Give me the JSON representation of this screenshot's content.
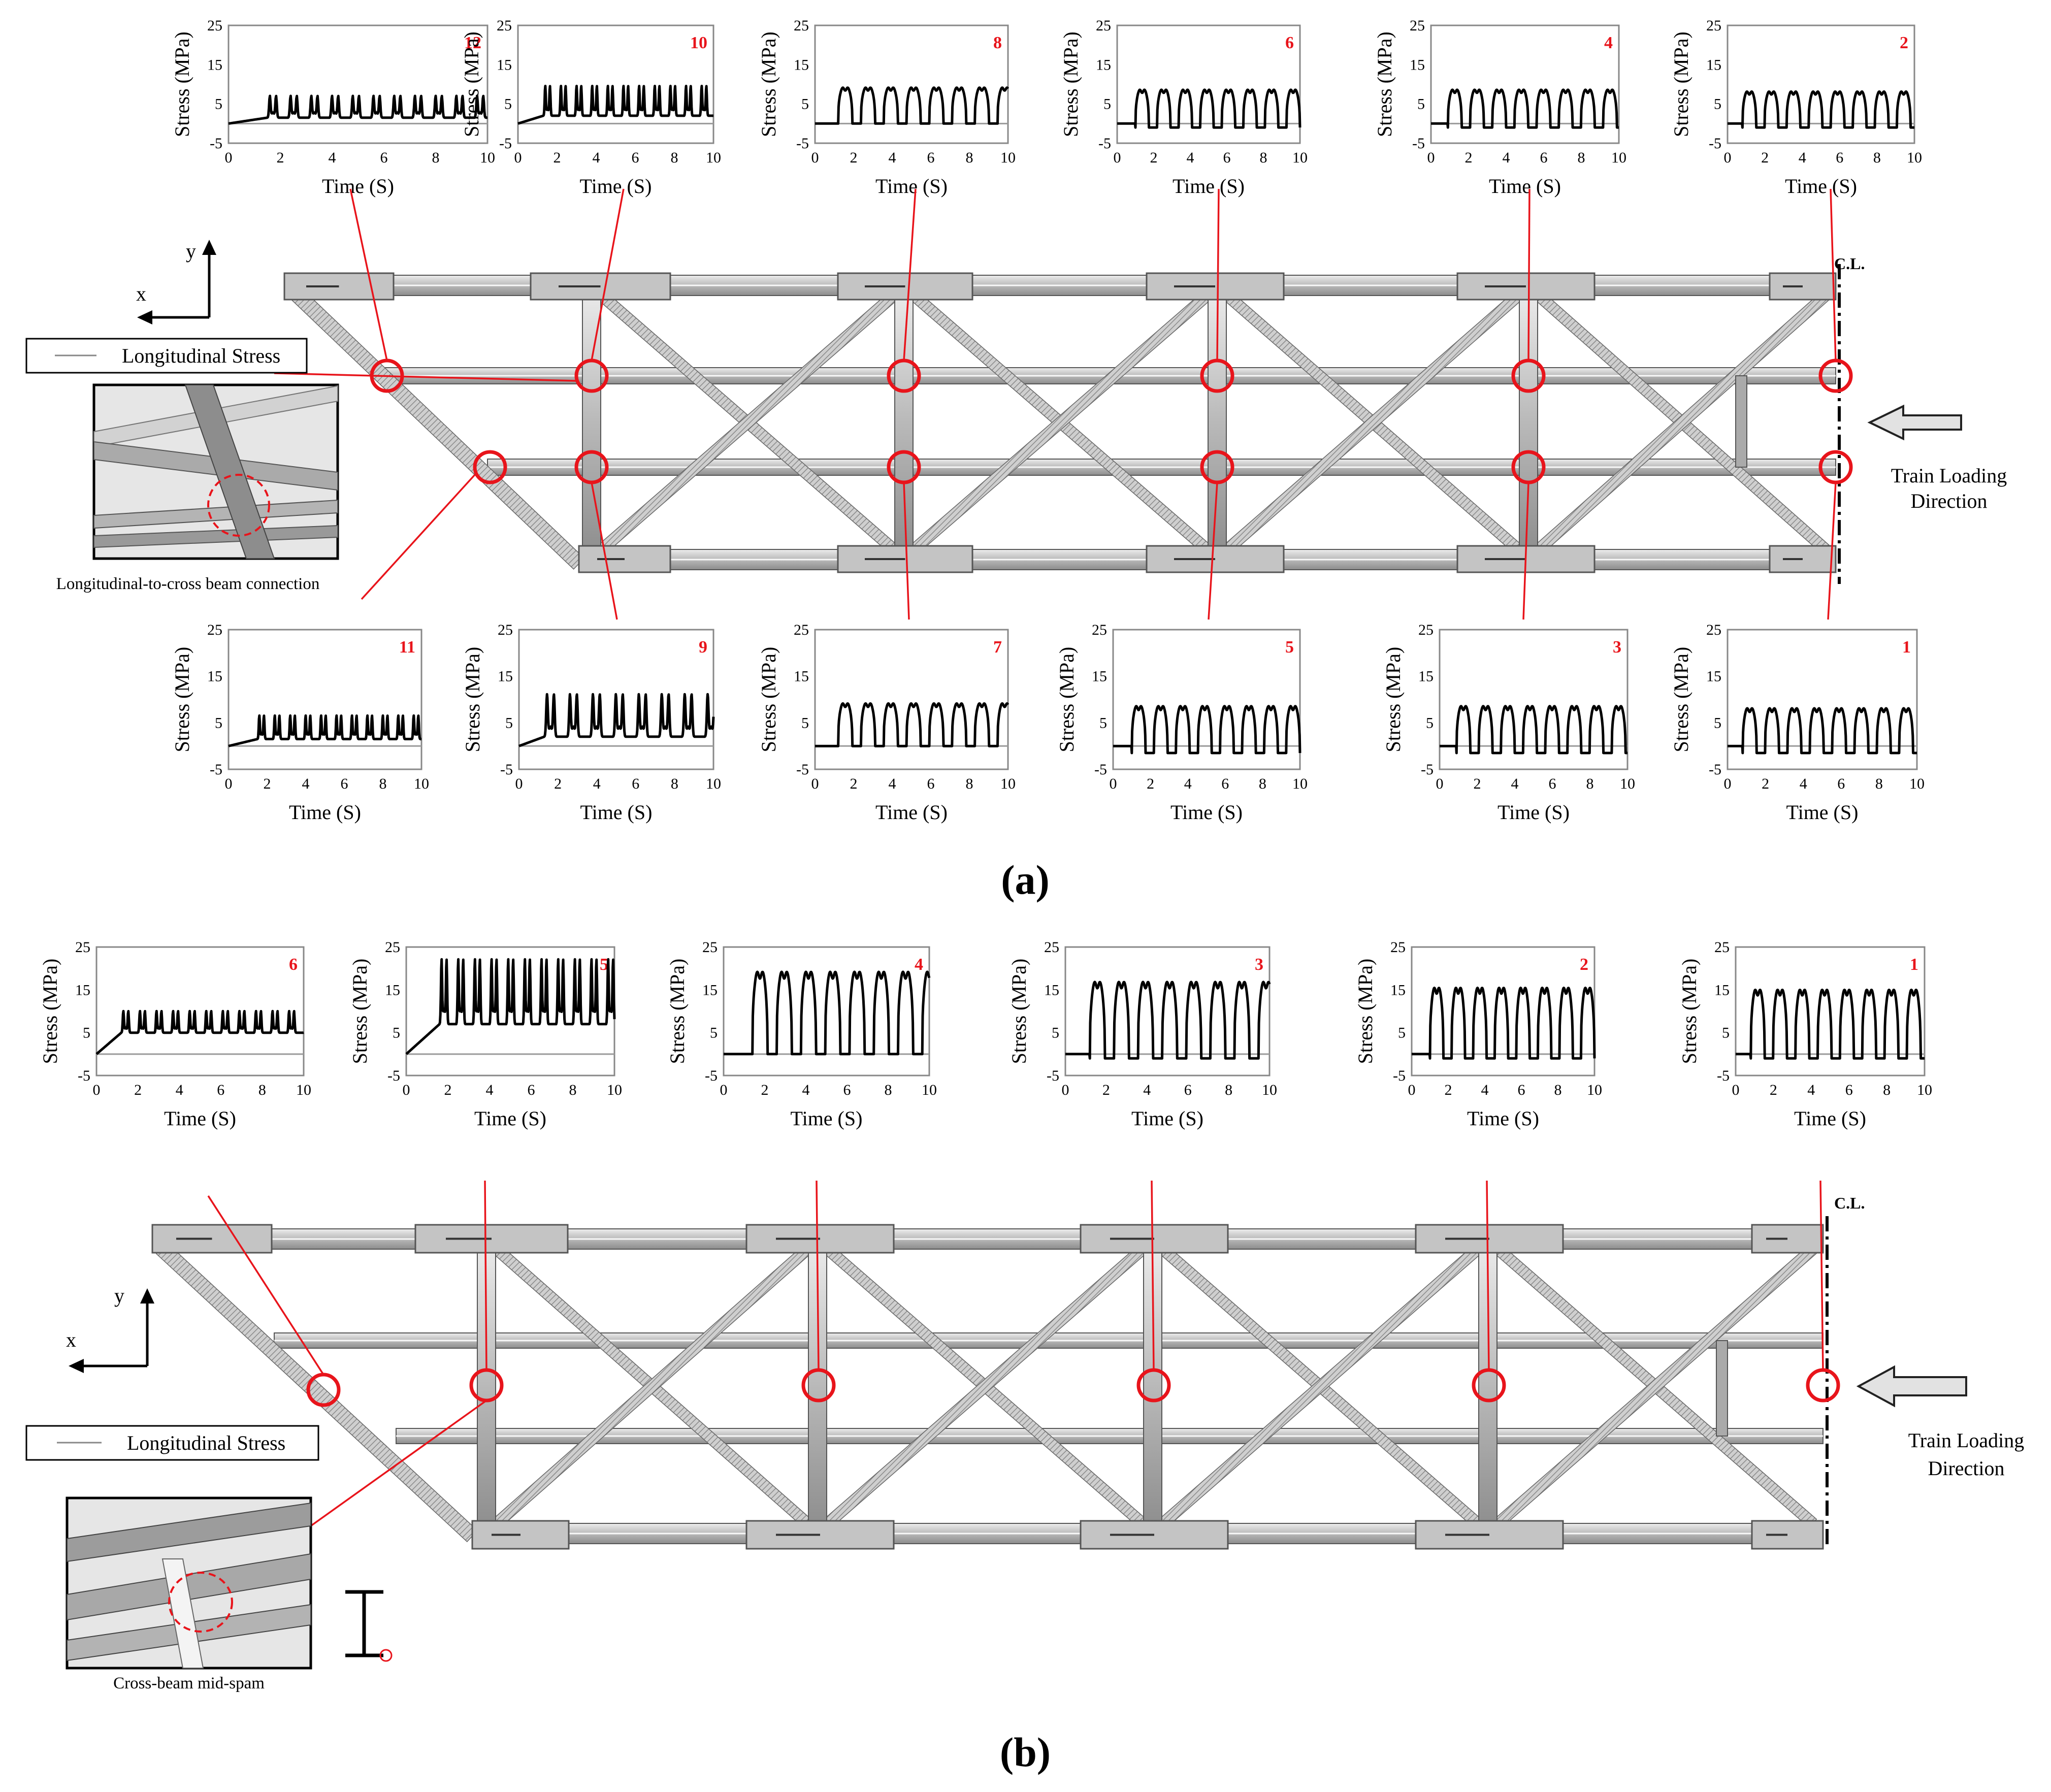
{
  "figure": {
    "panel_a_label": "(a)",
    "panel_b_label": "(b)"
  },
  "panel_a": {
    "axes_label_x": "x",
    "axes_label_y": "y",
    "legend_label": "Longitudinal Stress",
    "centerline_label": "C.L.",
    "train_label_line1": "Train Loading",
    "train_label_line2": "Direction",
    "inset_caption": "Longitudinal-to-cross beam connection"
  },
  "panel_b": {
    "axes_label_x": "x",
    "axes_label_y": "y",
    "legend_label": "Longitudinal Stress",
    "centerline_label": "C.L.",
    "train_label_line1": "Train Loading",
    "train_label_line2": "Direction",
    "inset_caption": "Cross-beam mid-spam"
  },
  "colors": {
    "line": "#000000",
    "marker": "#e8141b",
    "zero_line": "#9a9a9a",
    "steel_fill": "#c4c4c4",
    "steel_edge": "#555555"
  },
  "chart_data": [
    {
      "type": "line",
      "id": "12",
      "xlabel": "Time (S)",
      "ylabel": "Stress (MPa)",
      "xlim": [
        0,
        10
      ],
      "ylim": [
        -5,
        25
      ],
      "x_ticks": [
        0,
        2,
        4,
        6,
        8,
        10
      ],
      "y_ticks": [
        -5,
        5,
        15,
        25
      ],
      "pattern": "raised",
      "base": 1.5,
      "peak": 7,
      "onset": 1.5,
      "period": 0.8,
      "end": 10
    },
    {
      "type": "line",
      "id": "10",
      "xlabel": "Time (S)",
      "ylabel": "Stress (MPa)",
      "xlim": [
        0,
        10
      ],
      "ylim": [
        -5,
        25
      ],
      "x_ticks": [
        0,
        2,
        4,
        6,
        8,
        10
      ],
      "y_ticks": [
        -5,
        5,
        15,
        25
      ],
      "pattern": "raised",
      "base": 2,
      "peak": 9.5,
      "onset": 1.3,
      "period": 0.8,
      "end": 10
    },
    {
      "type": "line",
      "id": "8",
      "xlabel": "Time (S)",
      "ylabel": "Stress (MPa)",
      "xlim": [
        0,
        10
      ],
      "ylim": [
        -5,
        25
      ],
      "x_ticks": [
        0,
        2,
        4,
        6,
        8,
        10
      ],
      "y_ticks": [
        -5,
        5,
        15,
        25
      ],
      "pattern": "pulse",
      "base": 0,
      "peak": 10,
      "onset": 1.2,
      "period": 1.18,
      "end": 10
    },
    {
      "type": "line",
      "id": "6",
      "xlabel": "Time (S)",
      "ylabel": "Stress (MPa)",
      "xlim": [
        0,
        10
      ],
      "ylim": [
        -5,
        25
      ],
      "x_ticks": [
        0,
        2,
        4,
        6,
        8,
        10
      ],
      "y_ticks": [
        -5,
        5,
        15,
        25
      ],
      "pattern": "pulse",
      "base": -1,
      "peak": 9.5,
      "onset": 1.0,
      "period": 1.18,
      "end": 10
    },
    {
      "type": "line",
      "id": "4",
      "xlabel": "Time (S)",
      "ylabel": "Stress (MPa)",
      "xlim": [
        0,
        10
      ],
      "ylim": [
        -5,
        25
      ],
      "x_ticks": [
        0,
        2,
        4,
        6,
        8,
        10
      ],
      "y_ticks": [
        -5,
        5,
        15,
        25
      ],
      "pattern": "pulse",
      "base": -1,
      "peak": 9.5,
      "onset": 0.9,
      "period": 1.18,
      "end": 10
    },
    {
      "type": "line",
      "id": "2",
      "xlabel": "Time (S)",
      "ylabel": "Stress (MPa)",
      "xlim": [
        0,
        10
      ],
      "ylim": [
        -5,
        25
      ],
      "x_ticks": [
        0,
        2,
        4,
        6,
        8,
        10
      ],
      "y_ticks": [
        -5,
        5,
        15,
        25
      ],
      "pattern": "pulse",
      "base": -1,
      "peak": 9,
      "onset": 0.8,
      "period": 1.18,
      "end": 10
    },
    {
      "type": "line",
      "id": "11",
      "xlabel": "Time (S)",
      "ylabel": "Stress (MPa)",
      "xlim": [
        0,
        10
      ],
      "ylim": [
        -5,
        25
      ],
      "x_ticks": [
        0,
        2,
        4,
        6,
        8,
        10
      ],
      "y_ticks": [
        -5,
        5,
        15,
        25
      ],
      "pattern": "raised",
      "base": 1.5,
      "peak": 6.5,
      "onset": 1.5,
      "period": 0.8,
      "end": 10
    },
    {
      "type": "line",
      "id": "9",
      "xlabel": "Time (S)",
      "ylabel": "Stress (MPa)",
      "xlim": [
        0,
        10
      ],
      "ylim": [
        -5,
        25
      ],
      "x_ticks": [
        0,
        2,
        4,
        6,
        8,
        10
      ],
      "y_ticks": [
        -5,
        5,
        15,
        25
      ],
      "pattern": "raised",
      "base": 2,
      "peak": 11,
      "onset": 1.3,
      "period": 1.18,
      "end": 10
    },
    {
      "type": "line",
      "id": "7",
      "xlabel": "Time (S)",
      "ylabel": "Stress (MPa)",
      "xlim": [
        0,
        10
      ],
      "ylim": [
        -5,
        25
      ],
      "x_ticks": [
        0,
        2,
        4,
        6,
        8,
        10
      ],
      "y_ticks": [
        -5,
        5,
        15,
        25
      ],
      "pattern": "pulse",
      "base": 0,
      "peak": 10,
      "onset": 1.2,
      "period": 1.18,
      "end": 10
    },
    {
      "type": "line",
      "id": "5",
      "xlabel": "Time (S)",
      "ylabel": "Stress (MPa)",
      "xlim": [
        0,
        10
      ],
      "ylim": [
        -5,
        25
      ],
      "x_ticks": [
        0,
        2,
        4,
        6,
        8,
        10
      ],
      "y_ticks": [
        -5,
        5,
        15,
        25
      ],
      "pattern": "pulse",
      "base": -1.5,
      "peak": 9.5,
      "onset": 1.0,
      "period": 1.18,
      "end": 10
    },
    {
      "type": "line",
      "id": "3",
      "xlabel": "Time (S)",
      "ylabel": "Stress (MPa)",
      "xlim": [
        0,
        10
      ],
      "ylim": [
        -5,
        25
      ],
      "x_ticks": [
        0,
        2,
        4,
        6,
        8,
        10
      ],
      "y_ticks": [
        -5,
        5,
        15,
        25
      ],
      "pattern": "pulse",
      "base": -1.5,
      "peak": 9.5,
      "onset": 0.9,
      "period": 1.18,
      "end": 10
    },
    {
      "type": "line",
      "id": "1",
      "xlabel": "Time (S)",
      "ylabel": "Stress (MPa)",
      "xlim": [
        0,
        10
      ],
      "ylim": [
        -5,
        25
      ],
      "x_ticks": [
        0,
        2,
        4,
        6,
        8,
        10
      ],
      "y_ticks": [
        -5,
        5,
        15,
        25
      ],
      "pattern": "pulse",
      "base": -1.5,
      "peak": 9,
      "onset": 0.8,
      "period": 1.18,
      "end": 10
    },
    {
      "type": "line",
      "id": "6",
      "xlabel": "Time (S)",
      "ylabel": "Stress (MPa)",
      "xlim": [
        0,
        10
      ],
      "ylim": [
        -5,
        25
      ],
      "x_ticks": [
        0,
        2,
        4,
        6,
        8,
        10
      ],
      "y_ticks": [
        -5,
        5,
        15,
        25
      ],
      "pattern": "raised",
      "base": 5,
      "peak": 10,
      "onset": 1.2,
      "period": 0.8,
      "end": 10
    },
    {
      "type": "line",
      "id": "5",
      "xlabel": "Time (S)",
      "ylabel": "Stress (MPa)",
      "xlim": [
        0,
        10
      ],
      "ylim": [
        -5,
        25
      ],
      "x_ticks": [
        0,
        2,
        4,
        6,
        8,
        10
      ],
      "y_ticks": [
        -5,
        5,
        15,
        25
      ],
      "pattern": "raised",
      "base": 7,
      "peak": 22,
      "onset": 1.6,
      "period": 0.8,
      "end": 10
    },
    {
      "type": "line",
      "id": "4",
      "xlabel": "Time (S)",
      "ylabel": "Stress (MPa)",
      "xlim": [
        0,
        10
      ],
      "ylim": [
        -5,
        25
      ],
      "x_ticks": [
        0,
        2,
        4,
        6,
        8,
        10
      ],
      "y_ticks": [
        -5,
        5,
        15,
        25
      ],
      "pattern": "pulse",
      "base": 0,
      "peak": 21,
      "onset": 1.4,
      "period": 1.18,
      "end": 10
    },
    {
      "type": "line",
      "id": "3",
      "xlabel": "Time (S)",
      "ylabel": "Stress (MPa)",
      "xlim": [
        0,
        10
      ],
      "ylim": [
        -5,
        25
      ],
      "x_ticks": [
        0,
        2,
        4,
        6,
        8,
        10
      ],
      "y_ticks": [
        -5,
        5,
        15,
        25
      ],
      "pattern": "pulse",
      "base": -1,
      "peak": 18.5,
      "onset": 1.2,
      "period": 1.18,
      "end": 10
    },
    {
      "type": "line",
      "id": "2",
      "xlabel": "Time (S)",
      "ylabel": "Stress (MPa)",
      "xlim": [
        0,
        10
      ],
      "ylim": [
        -5,
        25
      ],
      "x_ticks": [
        0,
        2,
        4,
        6,
        8,
        10
      ],
      "y_ticks": [
        -5,
        5,
        15,
        25
      ],
      "pattern": "pulse",
      "base": -1,
      "peak": 17,
      "onset": 1.0,
      "period": 1.18,
      "end": 10
    },
    {
      "type": "line",
      "id": "1",
      "xlabel": "Time (S)",
      "ylabel": "Stress (MPa)",
      "xlim": [
        0,
        10
      ],
      "ylim": [
        -5,
        25
      ],
      "x_ticks": [
        0,
        2,
        4,
        6,
        8,
        10
      ],
      "y_ticks": [
        -5,
        5,
        15,
        25
      ],
      "pattern": "pulse",
      "base": -1,
      "peak": 16.5,
      "onset": 0.8,
      "period": 1.18,
      "end": 10
    }
  ]
}
